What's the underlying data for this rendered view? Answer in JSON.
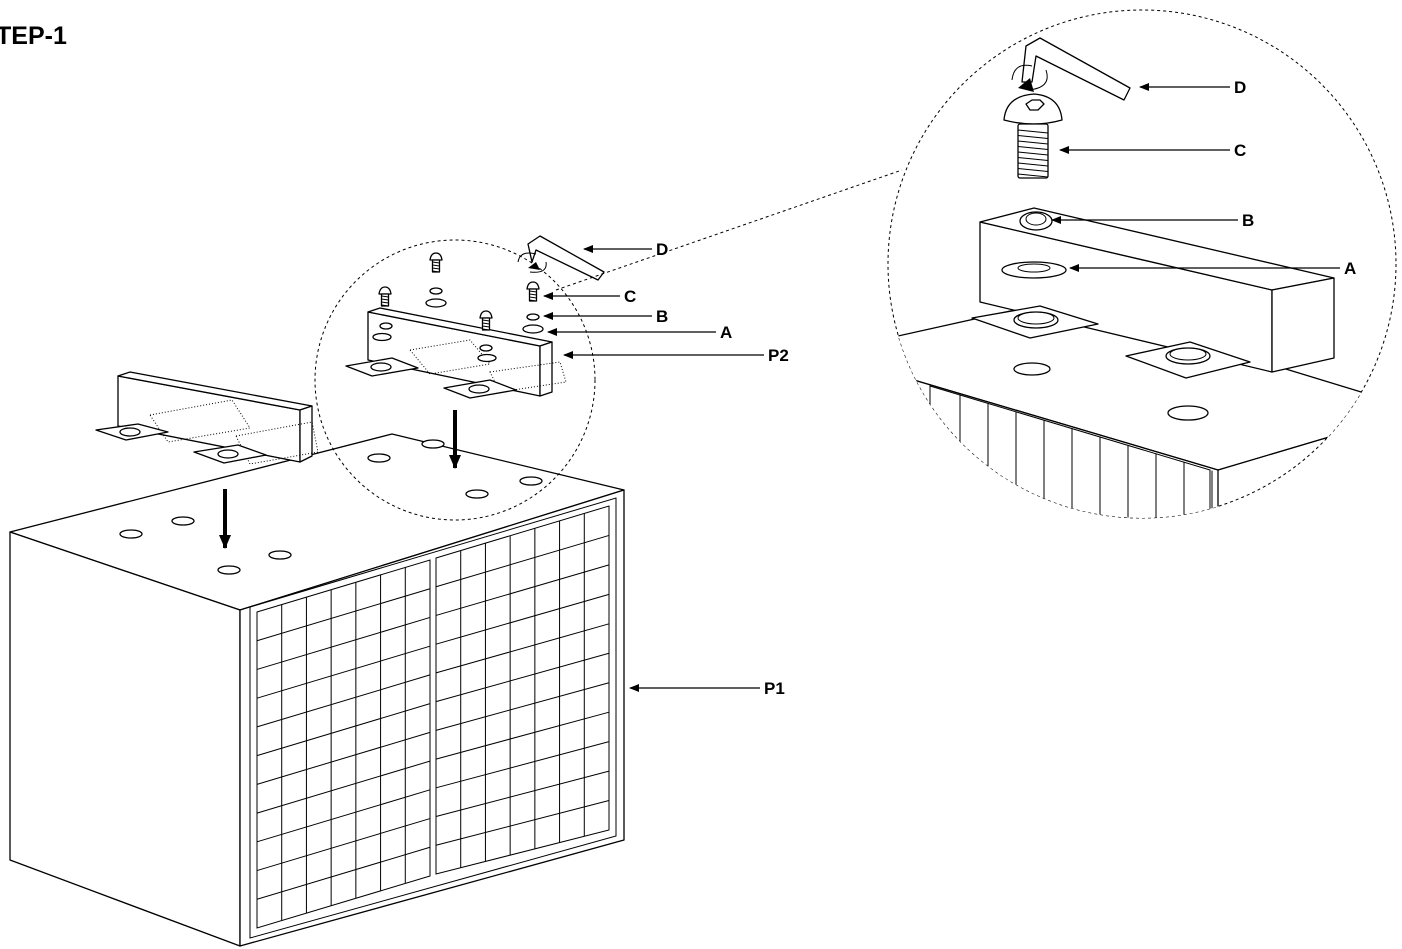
{
  "title": "TEP-1",
  "callouts": {
    "overview": {
      "D": "D",
      "C": "C",
      "B": "B",
      "A": "A",
      "P2": "P2",
      "P1": "P1"
    },
    "detail": {
      "D": "D",
      "C": "C",
      "B": "B",
      "A": "A"
    }
  },
  "colors": {
    "line": "#000000",
    "background": "#ffffff"
  }
}
